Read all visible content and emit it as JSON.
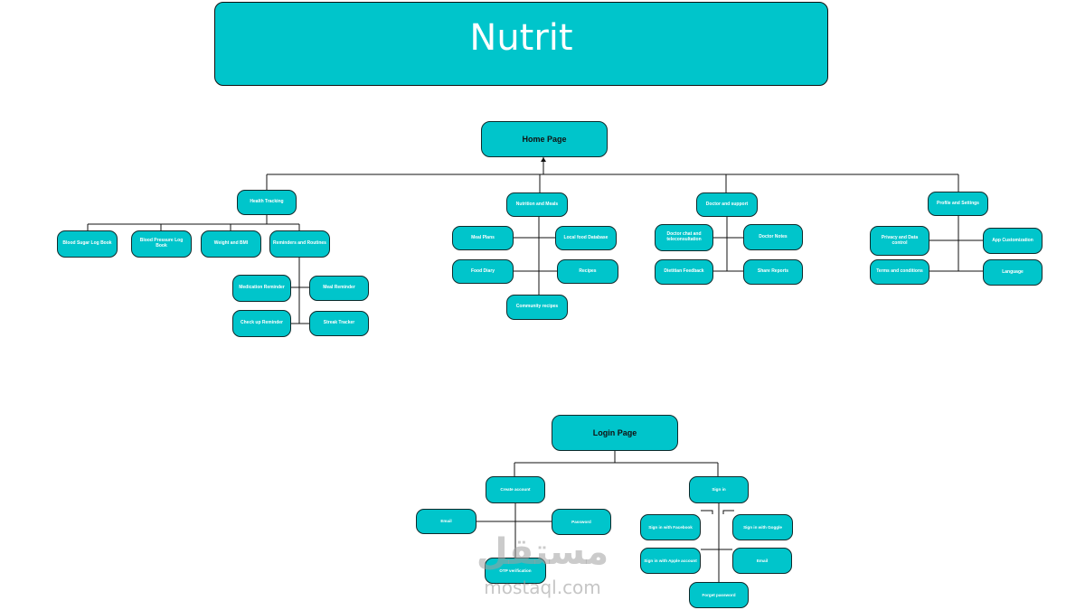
{
  "title": "Nutrit",
  "home": {
    "label": "Home Page",
    "health": {
      "label": "Health Tracking",
      "children": [
        "Blood Sugar Log Book",
        "Blood Pressure Log Book",
        "Weight and BMI",
        "Reminders and Routines"
      ],
      "reminders": [
        "Medication Reminder",
        "Meal Reminder",
        "Check up Reminder",
        "Streak Tracker"
      ]
    },
    "nutrition": {
      "label": "Nutrition and Meals",
      "children": [
        "Meal Plans",
        "Local food Database",
        "Food Diary",
        "Recipes",
        "Community recipes"
      ]
    },
    "doctor": {
      "label": "Doctor and support",
      "children": [
        "Doctor chat and teleconsultation",
        "Doctor Notes",
        "Dietitian Feedback",
        "Share Reports"
      ]
    },
    "profile": {
      "label": "Profile and Settings",
      "children": [
        "Privacy and Data control",
        "App Customization",
        "Terms and conditions",
        "Language"
      ]
    }
  },
  "login": {
    "label": "Login Page",
    "create": {
      "label": "Create account",
      "children": [
        "Email",
        "Password",
        "OTP verification"
      ]
    },
    "signin": {
      "label": "Sign in",
      "children": [
        "Sign in with Facebook",
        "Sign in with Goggle",
        "Sign in with Apple account",
        "Email",
        "Forget password"
      ]
    }
  },
  "watermark": {
    "arabic": "مستقل",
    "latin": "mostaql.com"
  },
  "colors": {
    "node_fill": "#00c5cb",
    "node_border": "#0e2a2b",
    "connector": "#111111"
  }
}
